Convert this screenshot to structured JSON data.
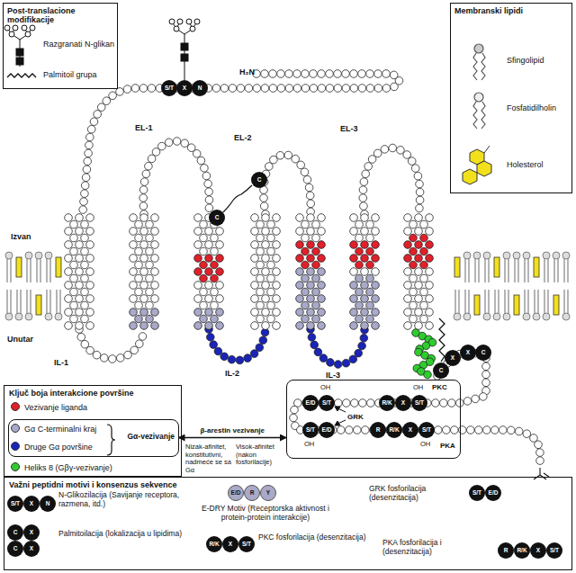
{
  "diagram": {
    "nodes": [
      {
        "text": [
          "Post-translacione modifikacije",
          "Razgranati N-glikan",
          "Palmitoil grupa"
        ]
      },
      {
        "text": [
          "Membranski lipidi",
          "Sfingolipid",
          "Fosfatidilholin",
          "Holesterol"
        ]
      },
      {
        "text": [
          "Ključ boja interakcione površine"
        ]
      },
      {
        "text": [
          "Gα-vezivanje"
        ],
        "in": 2
      },
      {
        "text": [
          "PKC",
          "GRK",
          "PKA"
        ]
      },
      {
        "text": [
          "Važni peptidni motivi i konsenzus sekvence",
          "N-Glikozilacija (Savijanje receptora, razmena, itd.)",
          "Palmitoilacija (lokalizacija u lipidima)",
          "E-DRY Motiv (Receptorska aktivnost i protein-protein interakcije)",
          "PKC fosforilacija (desenzitacija)",
          "GRK fosforilacija (desenzitacija)",
          "PKA fosforilacija i (desenzitacija)"
        ]
      }
    ],
    "edges": [
      {
        "from": 3,
        "to": 4,
        "arrow": "both",
        "label": "β-arestin vezivanje"
      }
    ],
    "labels": [
      "H₂N",
      "EL-1",
      "EL-2",
      "EL-3",
      "Izvan",
      "Unutar",
      "IL-1",
      "IL-2",
      "IL-3",
      "S/T",
      "X",
      "N",
      "C",
      "C",
      "C",
      "X",
      "X",
      "C",
      "Nizak-afinitet, konstitutivni, nadmeće se sa Gα",
      "Visok-afinitet (nakon fosforilacije)",
      "OH",
      "E/D",
      "S/T",
      "R/K",
      "X",
      "S/T",
      "OH",
      "S/T",
      "E/D",
      "OH",
      "R",
      "R/K",
      "X",
      "S/T",
      "OH",
      "S/T",
      "X",
      "N",
      "C",
      "X",
      "X",
      "C",
      "E/D",
      "R",
      "Y",
      "R/K",
      "X",
      "S/T",
      "S/T",
      "E/D",
      "R",
      "R/K",
      "X",
      "S/T"
    ],
    "legend": [
      {
        "text": "Vezivanje liganda",
        "color": "#e0202a"
      },
      {
        "text": "Gα C-terminalni kraj",
        "color": "#a9a9c9"
      },
      {
        "text": "Druge Gα površine",
        "color": "#1a24b8"
      },
      {
        "text": "Heliks 8 (Gβγ-vezivanje)",
        "color": "#2ecc2e"
      }
    ]
  }
}
